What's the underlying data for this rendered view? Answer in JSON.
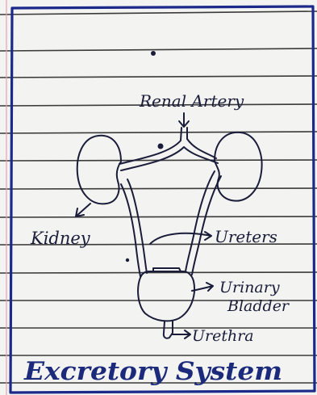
{
  "diagram": {
    "title": "Excretory System",
    "labels": {
      "renal_artery": "Renal Artery",
      "kidney": "Kidney",
      "ureters": "Ureters",
      "urinary_bladder_line1": "Urinary",
      "urinary_bladder_line2": "Bladder",
      "urethra": "Urethra"
    }
  },
  "colors": {
    "paper": "#f3f3f1",
    "ruled_line": "#3a3a3a",
    "margin_line": "#e8a3b0",
    "border": "#1b2a8a",
    "ink": "#1a1d3a",
    "title_ink": "#1b2a7a"
  }
}
